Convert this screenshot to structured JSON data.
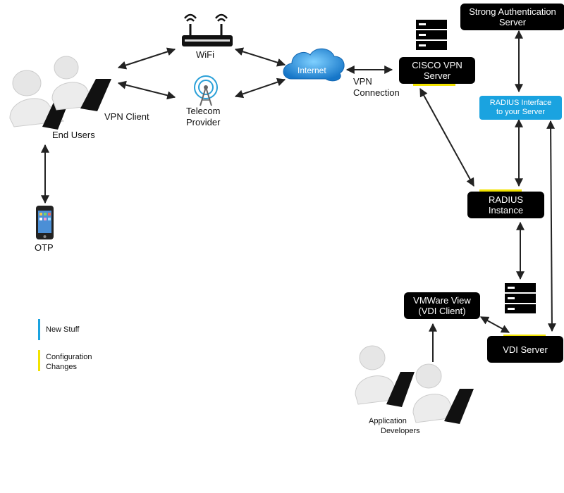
{
  "nodes": {
    "end_users": "End Users",
    "vpn_client": "VPN  Client",
    "wifi": "WiFi",
    "telecom_line1": "Telecom",
    "telecom_line2": "Provider",
    "internet": "Internet",
    "vpn_conn_line1": "VPN",
    "vpn_conn_line2": "Connection",
    "cisco_line1": "CISCO  VPN",
    "cisco_line2": "Server",
    "strong_auth_line1": "Strong  Authentication",
    "strong_auth_line2": "Server",
    "radius_iface_line1": "RADIUS  Interface",
    "radius_iface_line2": "to  your Server",
    "radius_inst_line1": "RADIUS",
    "radius_inst_line2": "Instance",
    "vmware_line1": "VMWare  View",
    "vmware_line2": "(VDI  Client)",
    "vdi_server": "VDI  Server",
    "otp": "OTP",
    "app_dev_line1": "Application",
    "app_dev_line2": "Developers"
  },
  "legend": {
    "new_stuff": "New Stuff",
    "config_line1": "Configuration",
    "config_line2": "Changes"
  },
  "colors": {
    "new_stuff": "#1aa3e0",
    "configuration_changes": "#f2e300",
    "box": "#000000",
    "cloud": "#1f8fd6"
  }
}
